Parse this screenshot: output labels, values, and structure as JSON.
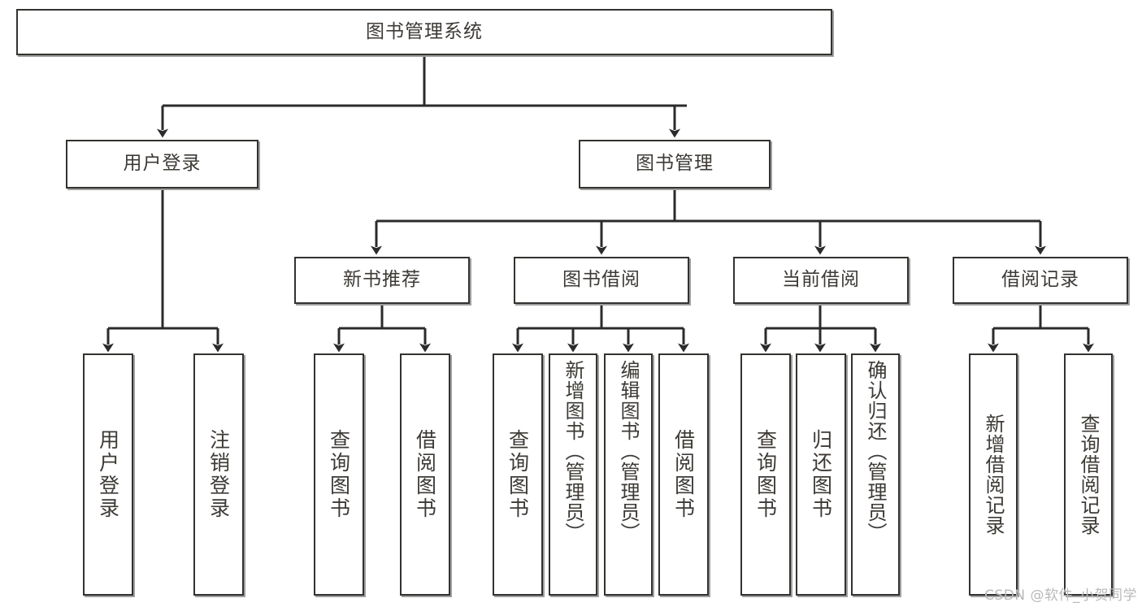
{
  "diagram": {
    "type": "tree-hierarchy",
    "title_node": {
      "id": "root",
      "label": "图书管理系统"
    },
    "levels": [
      {
        "level": 1,
        "nodes": [
          {
            "id": "login",
            "label": "用户登录"
          },
          {
            "id": "bookmgmt",
            "label": "图书管理"
          }
        ]
      },
      {
        "level": 2,
        "nodes": [
          {
            "id": "newbook",
            "label": "新书推荐",
            "parent": "bookmgmt"
          },
          {
            "id": "borrow",
            "label": "图书借阅",
            "parent": "bookmgmt"
          },
          {
            "id": "current",
            "label": "当前借阅",
            "parent": "bookmgmt"
          },
          {
            "id": "record",
            "label": "借阅记录",
            "parent": "bookmgmt"
          }
        ]
      },
      {
        "level": 3,
        "nodes": [
          {
            "id": "leaf-user-login",
            "label": "用户登录",
            "parent": "login"
          },
          {
            "id": "leaf-user-logout",
            "label": "注销登录",
            "parent": "login"
          },
          {
            "id": "leaf-query-book-1",
            "label": "查询图书",
            "parent": "newbook"
          },
          {
            "id": "leaf-borrow-book-1",
            "label": "借阅图书",
            "parent": "newbook"
          },
          {
            "id": "leaf-query-book-2",
            "label": "查询图书",
            "parent": "borrow"
          },
          {
            "id": "leaf-add-book",
            "label": "新增图书（管理员）",
            "parent": "borrow"
          },
          {
            "id": "leaf-edit-book",
            "label": "编辑图书（管理员）",
            "parent": "borrow"
          },
          {
            "id": "leaf-borrow-book-2",
            "label": "借阅图书",
            "parent": "borrow"
          },
          {
            "id": "leaf-query-book-3",
            "label": "查询图书",
            "parent": "current"
          },
          {
            "id": "leaf-return-book",
            "label": "归还图书",
            "parent": "current"
          },
          {
            "id": "leaf-confirm-return",
            "label": "确认归还（管理员）",
            "parent": "current"
          },
          {
            "id": "leaf-add-record",
            "label": "新增借阅记录",
            "parent": "record"
          },
          {
            "id": "leaf-query-record",
            "label": "查询借阅记录",
            "parent": "record"
          }
        ]
      }
    ]
  },
  "watermark": {
    "text": "CSDN @软件_小贺同学"
  },
  "colors": {
    "border": "#33322f",
    "text": "#3d3a36",
    "background": "#ffffff",
    "edge": "#2b2b2b",
    "watermark": "#b9b9b9"
  }
}
